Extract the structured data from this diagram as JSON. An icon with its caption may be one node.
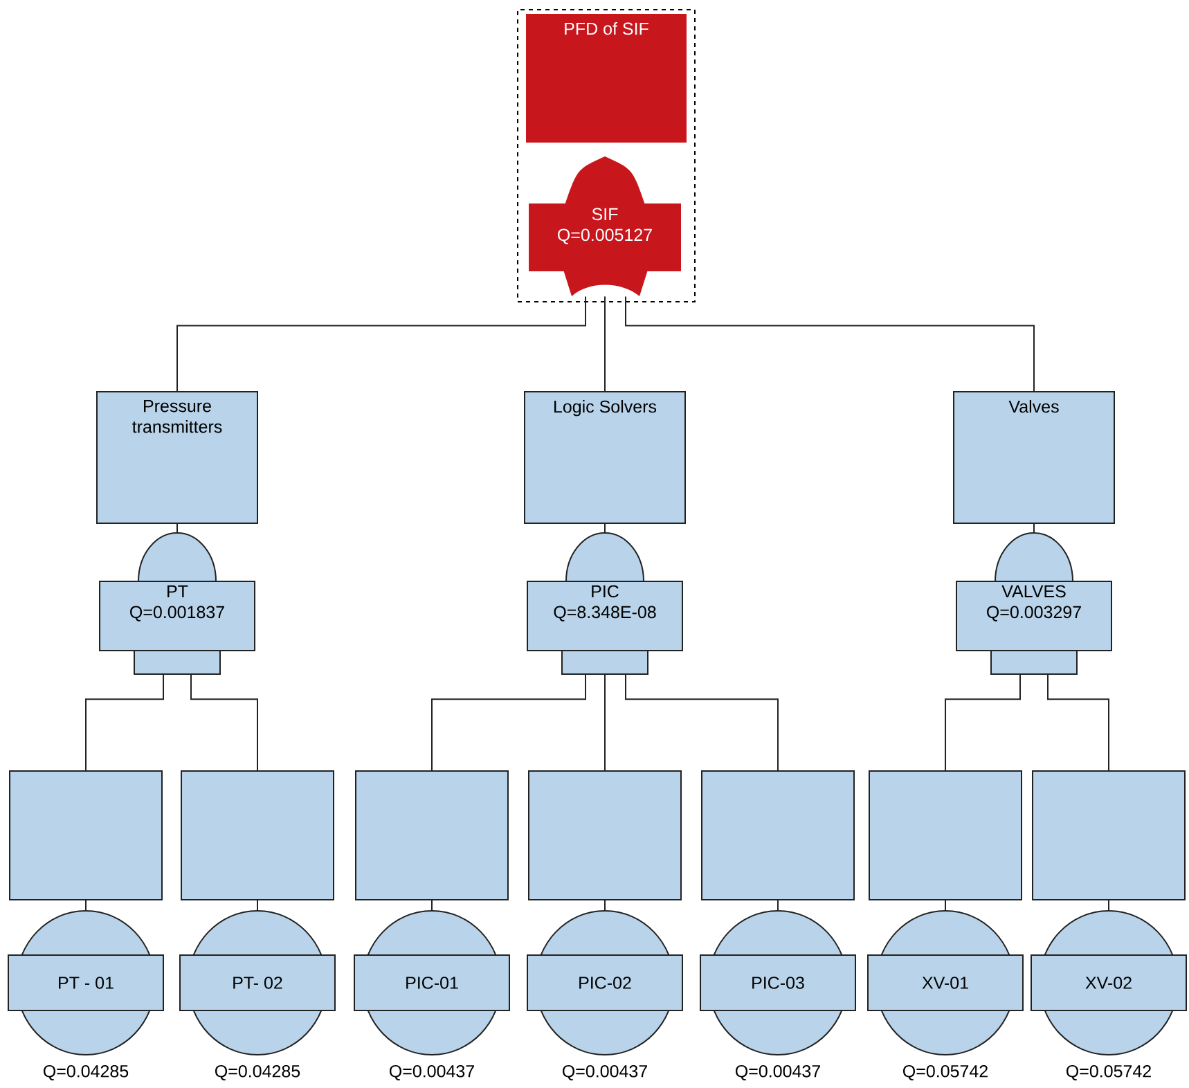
{
  "diagram": {
    "nodes": [
      {
        "text": [],
        "shape": "box"
      },
      {
        "text": [
          "PFD of SIF"
        ],
        "in": 0
      },
      {
        "text": [
          "SIF",
          "Q=0.005127"
        ],
        "in": 0
      },
      {
        "text": [
          "Pressure transmitters"
        ]
      },
      {
        "text": [
          "Logic Solvers"
        ]
      },
      {
        "text": [
          "Valves"
        ]
      },
      {
        "text": [
          "PT",
          "Q=0.001837"
        ]
      },
      {
        "text": [
          "PIC",
          "Q=8.348E-08"
        ]
      },
      {
        "text": [
          "VALVES",
          "Q=0.003297"
        ]
      },
      {
        "text": [],
        "shape": "box"
      },
      {
        "text": [],
        "shape": "box"
      },
      {
        "text": [],
        "shape": "box"
      },
      {
        "text": [],
        "shape": "box"
      },
      {
        "text": [],
        "shape": "box"
      },
      {
        "text": [],
        "shape": "box"
      },
      {
        "text": [],
        "shape": "box"
      },
      {
        "text": [
          "PT - 01"
        ],
        "beside": [
          "Q=0.04285"
        ]
      },
      {
        "text": [
          "PT- 02"
        ],
        "beside": [
          "Q=0.04285"
        ]
      },
      {
        "text": [
          "PIC-01"
        ],
        "beside": [
          "Q=0.00437"
        ]
      },
      {
        "text": [
          "PIC-02"
        ],
        "beside": [
          "Q=0.00437"
        ]
      },
      {
        "text": [
          "PIC-03"
        ],
        "beside": [
          "Q=0.00437"
        ]
      },
      {
        "text": [
          "XV-01"
        ],
        "beside": [
          "Q=0.05742"
        ]
      },
      {
        "text": [
          "XV-02"
        ],
        "beside": [
          "Q=0.05742"
        ]
      }
    ],
    "edges": [
      {
        "from": 2,
        "to": 3,
        "arrow": "none"
      },
      {
        "from": 2,
        "to": 4,
        "arrow": "none"
      },
      {
        "from": 2,
        "to": 5,
        "arrow": "none"
      },
      {
        "from": 3,
        "to": 6,
        "arrow": "none"
      },
      {
        "from": 4,
        "to": 7,
        "arrow": "none"
      },
      {
        "from": 5,
        "to": 8,
        "arrow": "none"
      },
      {
        "from": 6,
        "to": 9,
        "arrow": "none"
      },
      {
        "from": 6,
        "to": 10,
        "arrow": "none"
      },
      {
        "from": 7,
        "to": 11,
        "arrow": "none"
      },
      {
        "from": 7,
        "to": 12,
        "arrow": "none"
      },
      {
        "from": 7,
        "to": 13,
        "arrow": "none"
      },
      {
        "from": 8,
        "to": 14,
        "arrow": "none"
      },
      {
        "from": 8,
        "to": 15,
        "arrow": "none"
      },
      {
        "from": 9,
        "to": 16,
        "arrow": "none"
      },
      {
        "from": 10,
        "to": 17,
        "arrow": "none"
      },
      {
        "from": 11,
        "to": 18,
        "arrow": "none"
      },
      {
        "from": 12,
        "to": 19,
        "arrow": "none"
      },
      {
        "from": 13,
        "to": 20,
        "arrow": "none"
      },
      {
        "from": 14,
        "to": 21,
        "arrow": "none"
      },
      {
        "from": 15,
        "to": 22,
        "arrow": "none"
      }
    ]
  }
}
